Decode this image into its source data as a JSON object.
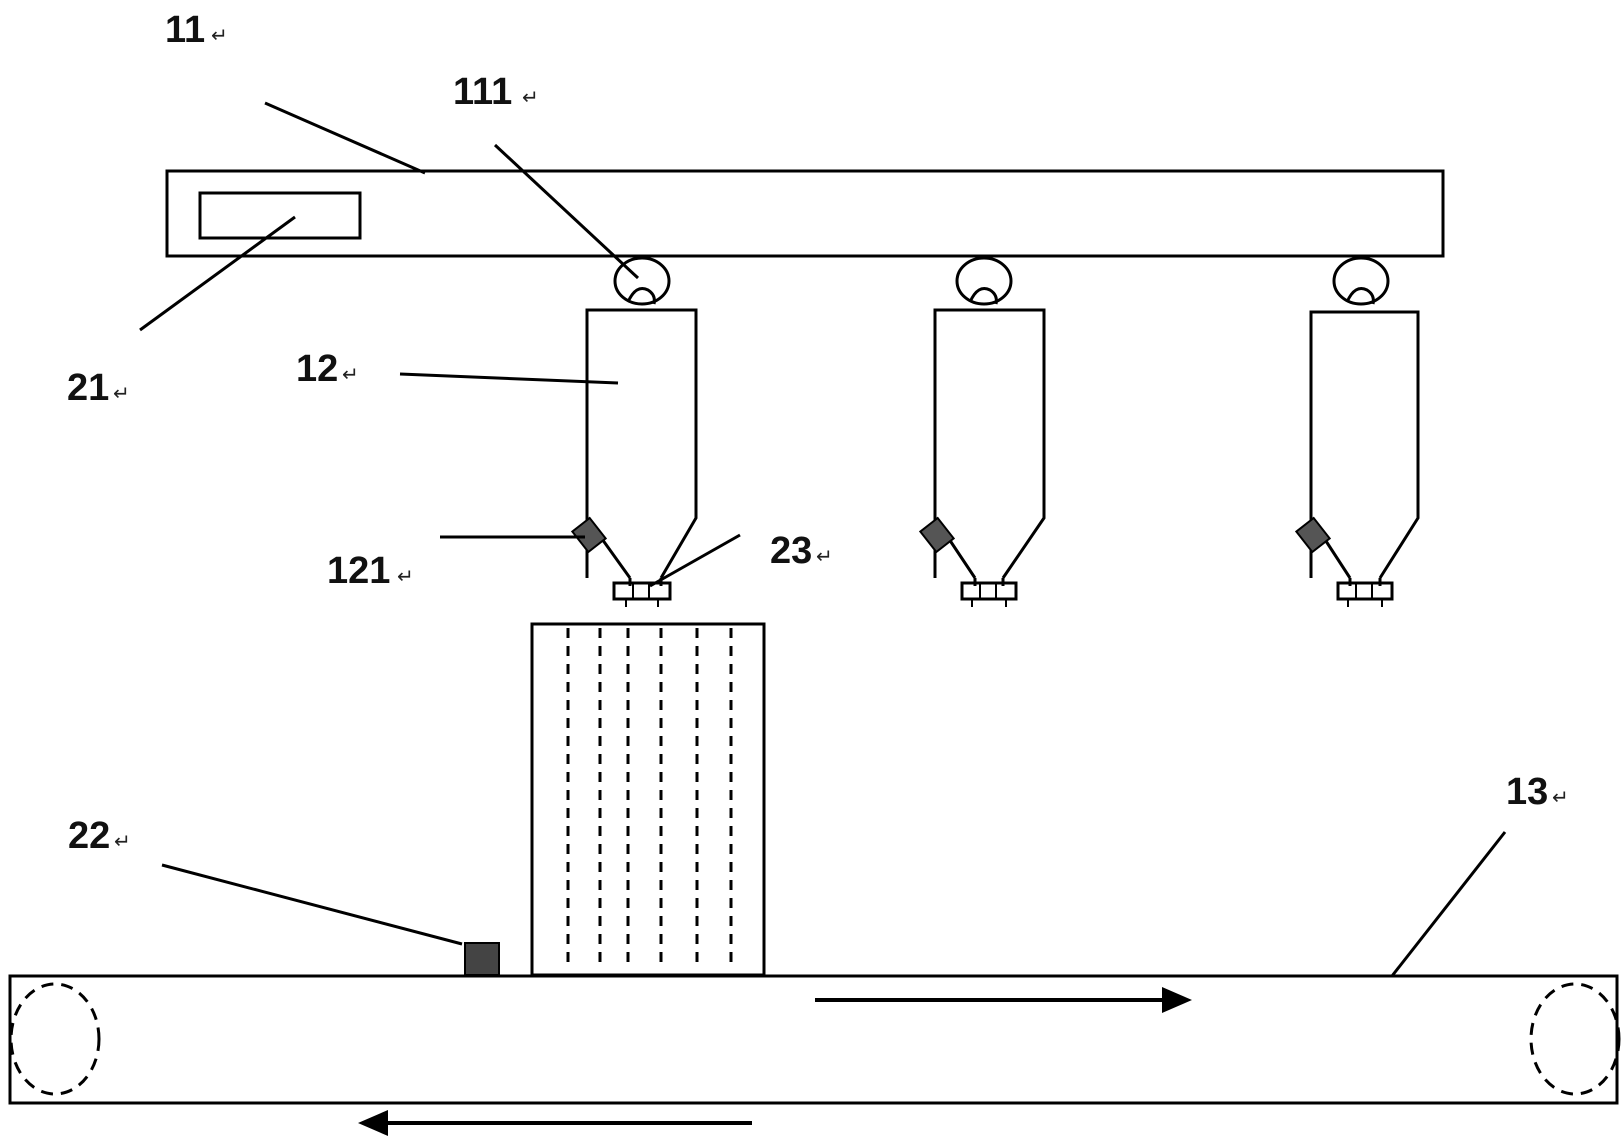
{
  "labels": {
    "rail": "11",
    "rail_mark": "↵",
    "roller": "111",
    "roller_mark": "↵",
    "controller": "21",
    "controller_mark": "↵",
    "hopper": "12",
    "hopper_mark": "↵",
    "valve": "121",
    "valve_mark": "↵",
    "sensor": "23",
    "sensor_mark": "↵",
    "conveyor": "13",
    "conveyor_mark": "↵",
    "detector": "22",
    "detector_mark": "↵"
  },
  "colors": {
    "stroke": "#000000",
    "background": "#ffffff"
  },
  "arrows": {
    "upper": "right-arrow",
    "lower": "left-arrow"
  }
}
